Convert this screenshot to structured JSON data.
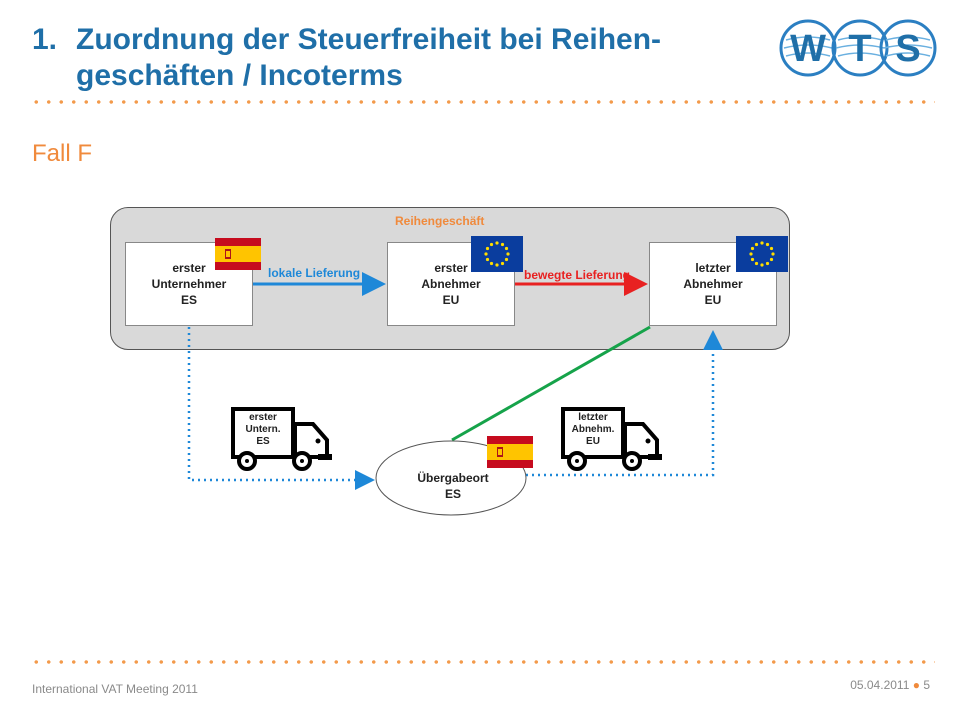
{
  "header": {
    "title_number": "1.",
    "title_line1": "Zuordnung der Steuerfreiheit bei Reihen-",
    "title_line2": "geschäften / Incoterms",
    "logo_letters": [
      "W",
      "T",
      "S"
    ]
  },
  "subtitle": "Fall F",
  "diagram": {
    "container_label": "Reihengeschäft",
    "parties": [
      {
        "lines": [
          "erster",
          "Unternehmer",
          "ES"
        ],
        "flag": "spain"
      },
      {
        "lines": [
          "erster",
          "Abnehmer",
          "EU"
        ],
        "flag": "eu"
      },
      {
        "lines": [
          "letzter",
          "Abnehmer",
          "EU"
        ],
        "flag": "eu"
      }
    ],
    "arrow_local_label": "lokale Lieferung",
    "arrow_moving_label": "bewegte Lieferung",
    "trucks": [
      {
        "lines": [
          "erster",
          "Untern.",
          "ES"
        ]
      },
      {
        "lines": [
          "letzter",
          "Abnehm.",
          "EU"
        ]
      }
    ],
    "handover": {
      "lines": [
        "Übergabeort",
        "ES"
      ],
      "flag": "spain"
    },
    "colors": {
      "local": "#1e88d8",
      "moving": "#e82121",
      "link": "#16a34a",
      "accent": "#f08a3c",
      "brand": "#1f6fa8"
    }
  },
  "footer": {
    "left": "International VAT Meeting 2011",
    "date": "05.04.2011",
    "separator": "●",
    "page": "5"
  }
}
